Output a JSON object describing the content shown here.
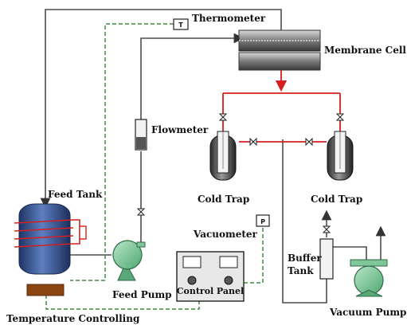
{
  "labels": {
    "thermometer": "Thermometer",
    "membrane_cell": "Membrane Cell",
    "flowmeter": "Flowmeter",
    "cold_trap_left": "Cold Trap",
    "cold_trap_right": "Cold Trap",
    "feed_tank": "Feed Tank",
    "vacuometer": "Vacuometer",
    "buffer_tank_line1": "Buffer",
    "buffer_tank_line2": "Tank",
    "feed_pump": "Feed Pump",
    "control_word": "Control",
    "panel_word": "Panel",
    "vacuum_pump": "Vacuum Pump",
    "temperature_controlling": "Temperature Controlling",
    "thermometer_glyph": "T",
    "vacuometer_glyph": "P"
  },
  "colors": {
    "feed_line": "#4d4d4d",
    "vapor_line": "#d42020",
    "signal_line": "#3d8a3d",
    "pump_green": "#7fc79a",
    "tank_blue": "#3b5a9a",
    "heater_coil": "#d42020",
    "heater_pad": "#8b4513"
  }
}
